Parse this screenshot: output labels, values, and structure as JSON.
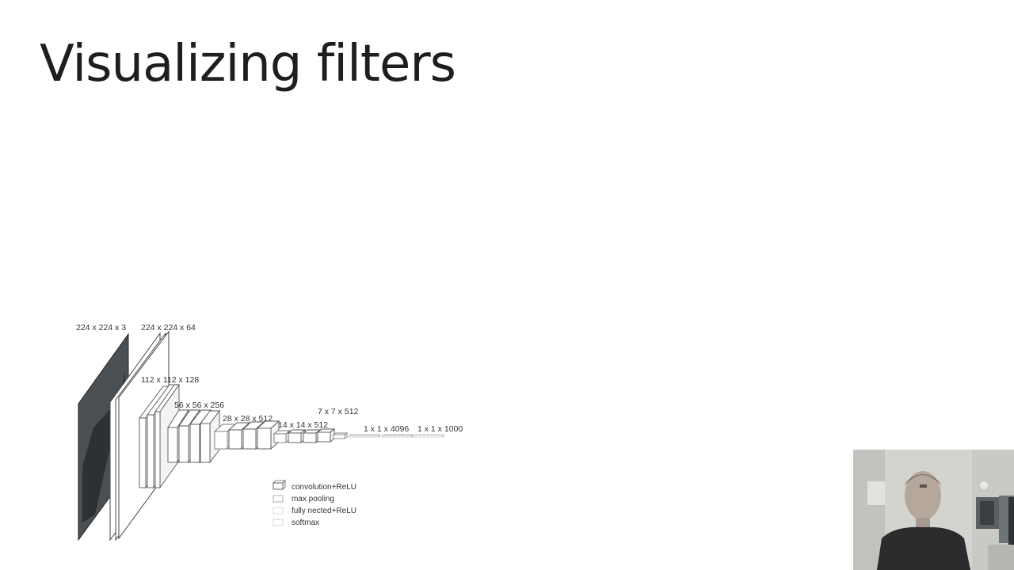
{
  "slide": {
    "title": "Visualizing filters"
  },
  "diagram": {
    "labels": {
      "input": "224 x 224 x 3",
      "conv1": "224 x 224 x 64",
      "conv2": "112 x 112 x 128",
      "conv3": "56 x 56 x 256",
      "conv4": "28 x 28 x 512",
      "conv5": "14 x 14 x 512",
      "pool5": "7 x 7 x 512",
      "fc": "1 x 1 x 4096",
      "out": "1 x 1 x 1000"
    },
    "legend": [
      {
        "key": "conv",
        "label": "convolution+ReLU"
      },
      {
        "key": "pool",
        "label": "max pooling"
      },
      {
        "key": "fc",
        "label": "fully nected+ReLU"
      },
      {
        "key": "softmax",
        "label": "softmax"
      }
    ]
  }
}
